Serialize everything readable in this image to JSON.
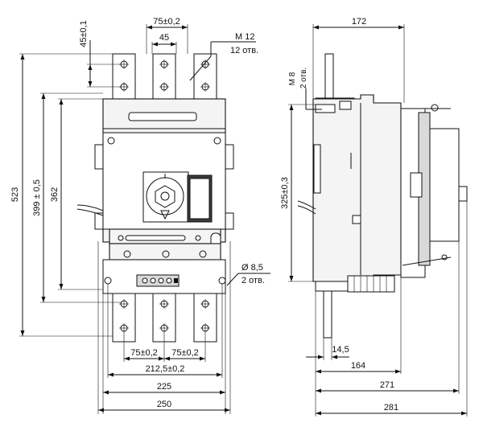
{
  "front_view": {
    "dims": {
      "d_75_top": "75±0,2",
      "d_45_top": "45",
      "d_45_pitch": "45±0,1",
      "d_523": "523",
      "d_399": "399 ± 0,5",
      "d_362": "362",
      "d_75_left": "75±0,2",
      "d_75_right": "75±0,2",
      "d_212": "212,5±0,2",
      "d_225": "225",
      "d_250": "250"
    },
    "callouts": {
      "m12_thread": "М 12",
      "m12_holes": "12 отв.",
      "hole_dia": "Ø 8,5",
      "hole_count": "2 отв."
    }
  },
  "side_view": {
    "dims": {
      "d_172": "172",
      "d_325": "325±0,3",
      "d_14_5": "14,5",
      "d_164": "164",
      "d_271": "271",
      "d_281": "281"
    },
    "callouts": {
      "m8_thread": "М 8",
      "m8_holes": "2 отв."
    }
  }
}
